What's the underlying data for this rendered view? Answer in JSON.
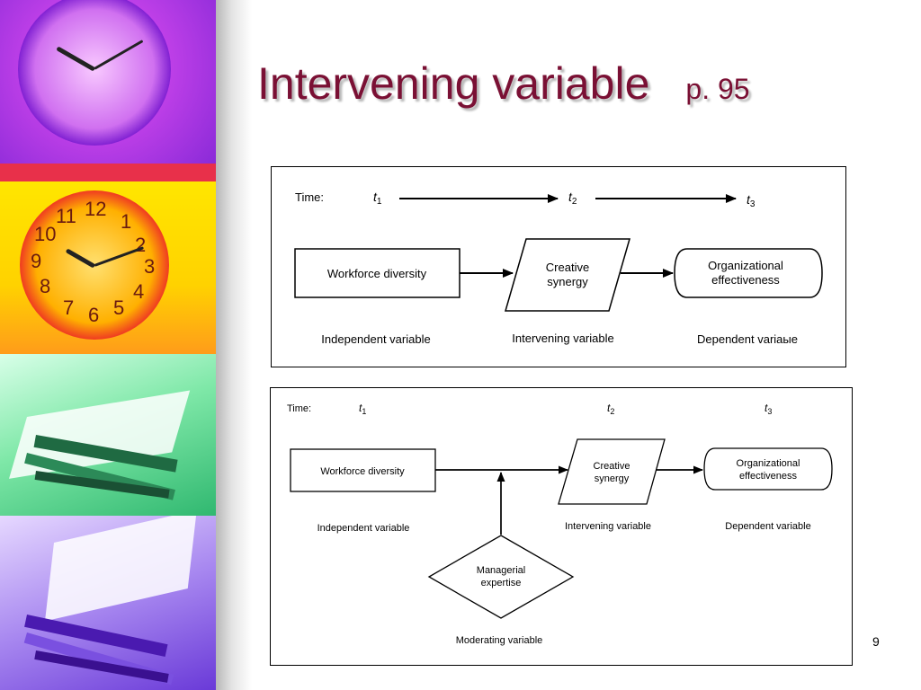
{
  "slide": {
    "title": "Intervening variable",
    "page_ref": "p. 95",
    "slide_number": "9"
  },
  "decor": {
    "images": [
      "clock-image",
      "clock-image",
      "papers-image",
      "papers-image"
    ],
    "clock_numerals": [
      "12",
      "1",
      "2",
      "3",
      "4",
      "5",
      "6",
      "7",
      "8",
      "9",
      "10",
      "11"
    ]
  },
  "diagram_top": {
    "time_label": "Time:",
    "t1": "t",
    "t1_sub": "1",
    "t2": "t",
    "t2_sub": "2",
    "t3": "t",
    "t3_sub": "3",
    "box_independent": "Workforce diversity",
    "box_intervening_line1": "Creative",
    "box_intervening_line2": "synergy",
    "box_dependent_line1": "Organizational",
    "box_dependent_line2": "effectiveness",
    "caption_independent": "Independent variable",
    "caption_intervening": "Intervening variable",
    "caption_dependent": "Dependent variaыe"
  },
  "diagram_bottom": {
    "time_label": "Time:",
    "t1": "t",
    "t1_sub": "1",
    "t2": "t",
    "t2_sub": "2",
    "t3": "t",
    "t3_sub": "3",
    "box_independent": "Workforce diversity",
    "box_intervening_line1": "Creative",
    "box_intervening_line2": "synergy",
    "box_dependent_line1": "Organizational",
    "box_dependent_line2": "effectiveness",
    "box_moderating_line1": "Managerial",
    "box_moderating_line2": "expertise",
    "caption_independent": "Independent variable",
    "caption_intervening": "Intervening variable",
    "caption_dependent": "Dependent variable",
    "caption_moderating": "Moderating variable"
  }
}
